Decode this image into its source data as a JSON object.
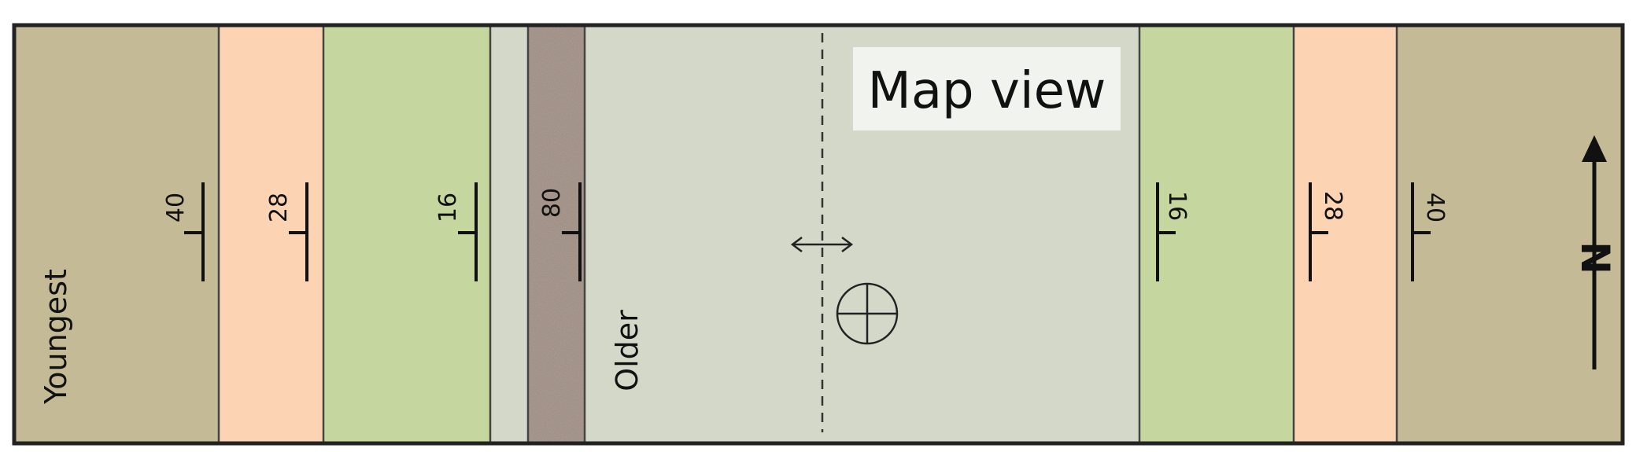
{
  "title": "Map view",
  "labels": {
    "youngest": "Youngest",
    "older": "Older",
    "north": "N"
  },
  "colors": {
    "tan": "#c4bb96",
    "peach": "#fcd4b4",
    "green": "#c5d69f",
    "grey": "#d3d8c9",
    "brown": "#a08f84",
    "border": "#222222",
    "title_box": "#f1f3ee"
  },
  "units": [
    {
      "id": "tan-west",
      "color": "tan"
    },
    {
      "id": "peach-west",
      "color": "peach"
    },
    {
      "id": "green-west",
      "color": "green"
    },
    {
      "id": "grey-west",
      "color": "grey"
    },
    {
      "id": "dike",
      "color": "brown"
    },
    {
      "id": "grey-core",
      "color": "grey"
    },
    {
      "id": "green-east",
      "color": "green"
    },
    {
      "id": "peach-east",
      "color": "peach"
    },
    {
      "id": "tan-east",
      "color": "tan"
    }
  ],
  "dips": [
    {
      "id": "west-tan",
      "value": "40",
      "side": "west"
    },
    {
      "id": "west-peach",
      "value": "28",
      "side": "west"
    },
    {
      "id": "west-green",
      "value": "16",
      "side": "west"
    },
    {
      "id": "dike",
      "value": "80",
      "side": "west"
    },
    {
      "id": "east-green",
      "value": "16",
      "side": "east"
    },
    {
      "id": "east-peach",
      "value": "28",
      "side": "east"
    },
    {
      "id": "east-tan",
      "value": "40",
      "side": "east"
    }
  ]
}
